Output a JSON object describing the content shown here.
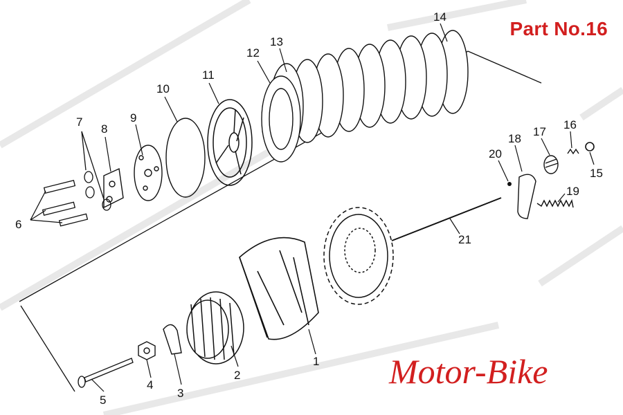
{
  "title": "Part No.16",
  "brand": "Motor-Bike",
  "colors": {
    "accent": "#d21f1f",
    "ink": "#111111",
    "watermark": "#c8c8c8"
  },
  "callouts": [
    "1",
    "2",
    "3",
    "4",
    "5",
    "6",
    "7",
    "8",
    "9",
    "10",
    "11",
    "12",
    "13",
    "14",
    "15",
    "16",
    "17",
    "18",
    "19",
    "20",
    "21"
  ]
}
